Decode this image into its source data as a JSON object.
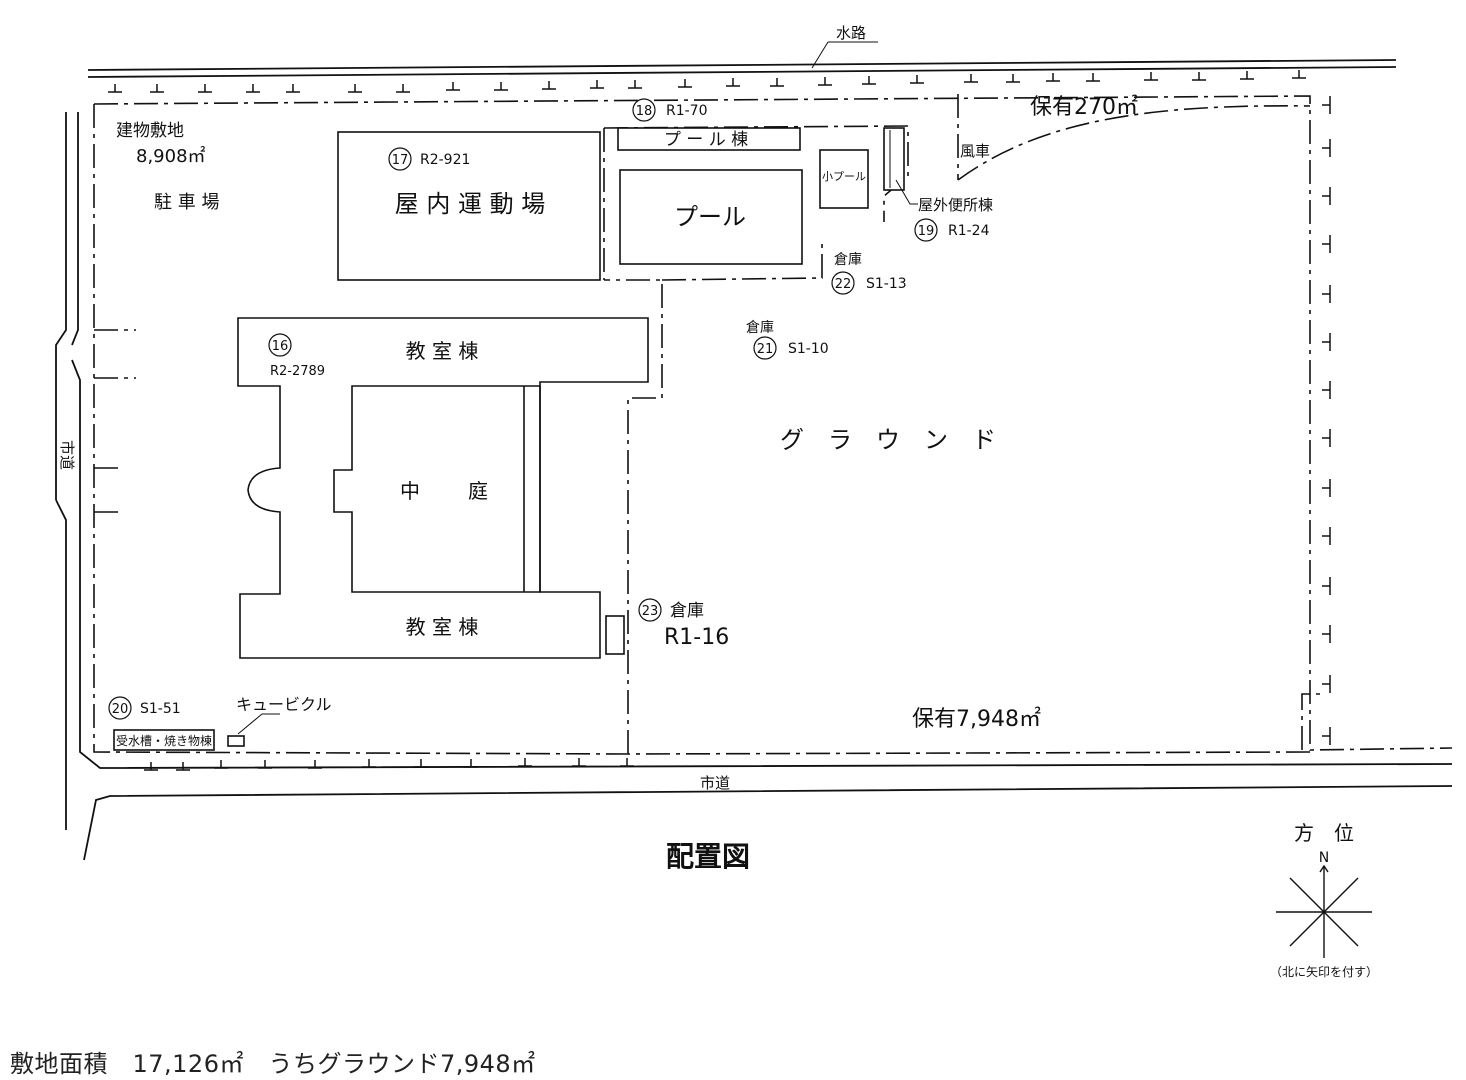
{
  "labels": {
    "canal": "水路",
    "city_road_left": "市道",
    "city_road_bottom": "市道",
    "building_site_title": "建物敷地",
    "building_site_area": "8,908㎡",
    "parking": "駐 車 場",
    "reserved_top": "保有270㎡",
    "reserved_ground": "保有7,948㎡",
    "windmill": "風車",
    "ground": "グ　ラ　ウ　ン　ド",
    "courtyard_a": "中",
    "courtyard_b": "庭",
    "cubicle": "キュービクル",
    "title": "配置図"
  },
  "buildings": {
    "gym": {
      "name": "屋 内 運 動 場",
      "no": "17",
      "code": "R2-921"
    },
    "pool_bldg": {
      "name": "プ ー ル 棟",
      "no": "18",
      "code": "R1-70"
    },
    "pool": {
      "name": "プール"
    },
    "small_pool": {
      "name": "小プール"
    },
    "toilet": {
      "name": "屋外便所棟",
      "no": "19",
      "code": "R1-24"
    },
    "storage22": {
      "name": "倉庫",
      "no": "22",
      "code": "S1-13"
    },
    "storage21": {
      "name": "倉庫",
      "no": "21",
      "code": "S1-10"
    },
    "classroom_north": {
      "name": "教 室 棟",
      "no": "16",
      "code": "R2-2789"
    },
    "classroom_south": {
      "name": "教 室 棟"
    },
    "storage23": {
      "name": "倉庫",
      "no": "23",
      "code": "R1-16"
    },
    "water_tank": {
      "name": "受水槽・焼き物棟",
      "no": "20",
      "code": "S1-51"
    }
  },
  "compass": {
    "title": "方　位",
    "north": "N",
    "note": "（北に矢印を付す）"
  },
  "footer": "敷地面積　17,126㎡　うちグラウンド7,948㎡"
}
